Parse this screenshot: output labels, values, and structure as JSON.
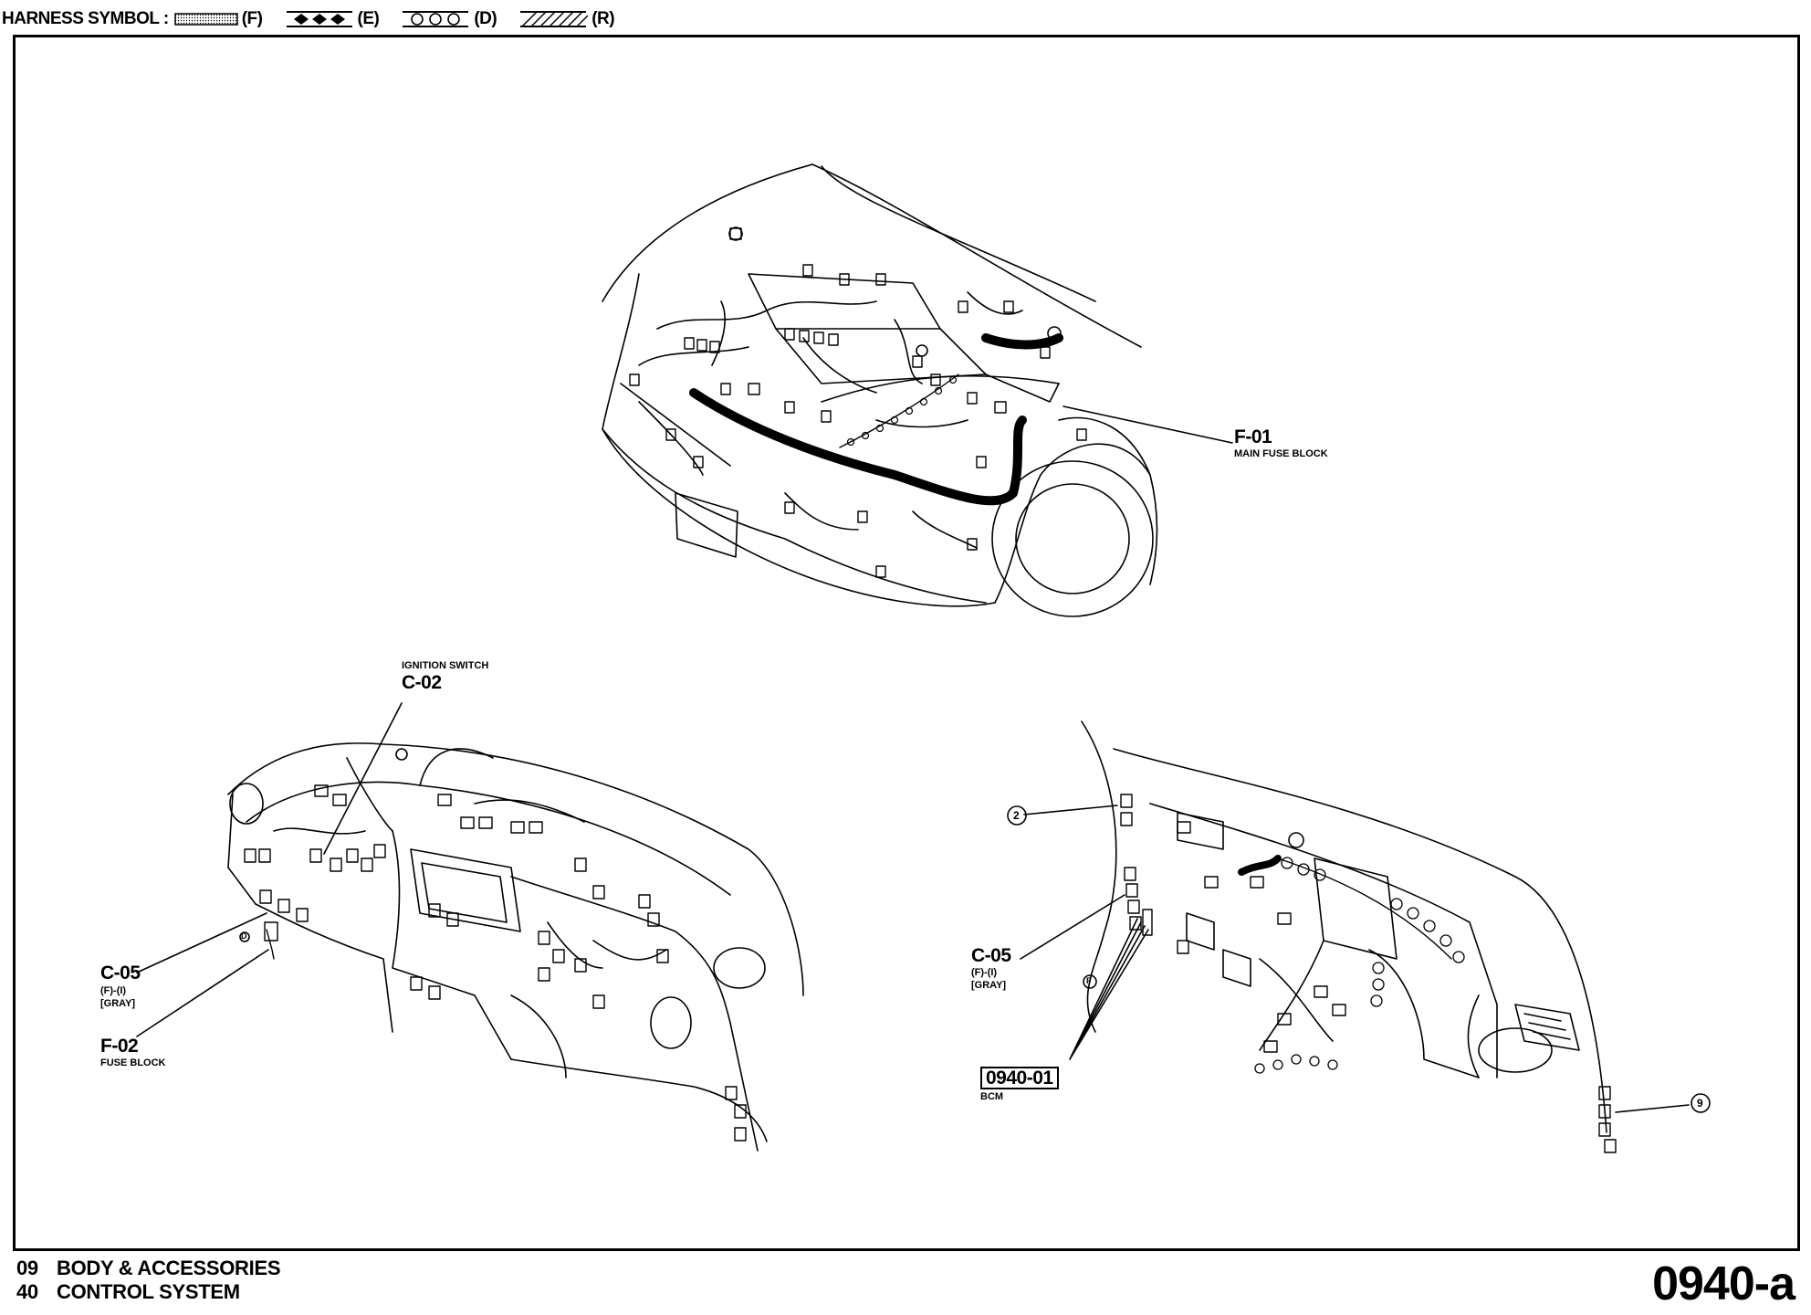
{
  "legend": {
    "title": "HARNESS SYMBOL :",
    "items": [
      {
        "code": "(F)",
        "style": "dotted"
      },
      {
        "code": "(E)",
        "style": "diamond"
      },
      {
        "code": "(D)",
        "style": "circle"
      },
      {
        "code": "(R)",
        "style": "hatched"
      }
    ]
  },
  "callouts": {
    "f01": {
      "code": "F-01",
      "desc": "MAIN FUSE BLOCK"
    },
    "c02": {
      "title": "IGNITION SWITCH",
      "code": "C-02"
    },
    "c05_left": {
      "code": "C-05",
      "spec": "(F)-(I)",
      "color": "[GRAY]"
    },
    "f02": {
      "code": "F-02",
      "desc": "FUSE BLOCK"
    },
    "c05_right": {
      "code": "C-05",
      "spec": "(F)-(I)",
      "color": "[GRAY]"
    },
    "bcm": {
      "code": "0940-01",
      "desc": "BCM"
    },
    "circ2": "2",
    "circ9": "9",
    "circF": "F",
    "circD": "D"
  },
  "footer": {
    "line1_num": "09",
    "line1_text": "BODY & ACCESSORIES",
    "line2_num": "40",
    "line2_text": "CONTROL SYSTEM",
    "page": "0940-a"
  },
  "colors": {
    "ink": "#000000",
    "paper": "#ffffff"
  }
}
